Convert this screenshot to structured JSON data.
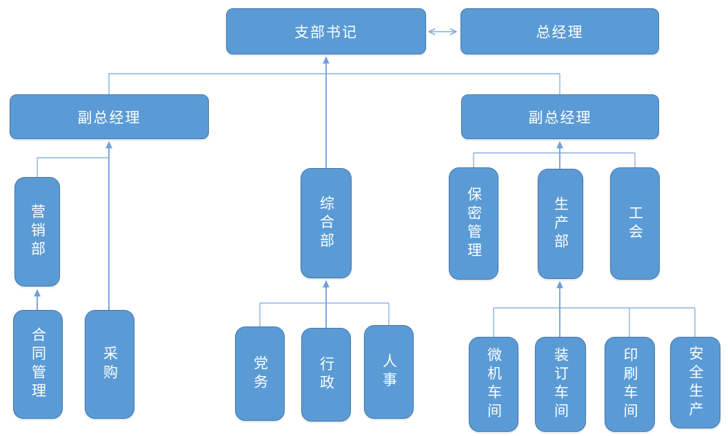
{
  "diagram": {
    "type": "org-chart",
    "background": "#FFFFFF",
    "colors": {
      "node_fill": "#5B9BD5",
      "node_border": "#4474A9",
      "connector": "#8AB0DF",
      "arrow": "#6F9FD8",
      "label_text": "#FFFFFF"
    },
    "nodes": [
      {
        "id": "branch-secretary",
        "label": "支部书记"
      },
      {
        "id": "general-manager",
        "label": "总经理"
      },
      {
        "id": "deputy-gm-left",
        "label": "副总经理"
      },
      {
        "id": "deputy-gm-right",
        "label": "副总经理"
      },
      {
        "id": "marketing-dept",
        "label": "营销部"
      },
      {
        "id": "general-affairs-dept",
        "label": "综合部"
      },
      {
        "id": "confidentiality-mgmt",
        "label": "保密管理"
      },
      {
        "id": "production-dept",
        "label": "生产部"
      },
      {
        "id": "labor-union",
        "label": "工会"
      },
      {
        "id": "contract-mgmt",
        "label": "合同管理"
      },
      {
        "id": "procurement",
        "label": "采购"
      },
      {
        "id": "party-affairs",
        "label": "党务"
      },
      {
        "id": "administration",
        "label": "行政"
      },
      {
        "id": "hr",
        "label": "人事"
      },
      {
        "id": "computer-workshop",
        "label": "微机车间"
      },
      {
        "id": "binding-workshop",
        "label": "装订车间"
      },
      {
        "id": "printing-workshop",
        "label": "印刷车间"
      },
      {
        "id": "safety-production",
        "label": "安全生产"
      }
    ],
    "edges": [
      {
        "from": "branch-secretary",
        "to": "general-manager",
        "style": "double-arrow"
      },
      {
        "from": "deputy-gm-left",
        "to": "branch-secretary",
        "style": "arrow-to-parent"
      },
      {
        "from": "deputy-gm-right",
        "to": "branch-secretary",
        "style": "arrow-to-parent"
      },
      {
        "from": "general-affairs-dept",
        "to": "branch-secretary",
        "style": "arrow-to-parent"
      },
      {
        "from": "marketing-dept",
        "to": "deputy-gm-left",
        "style": "arrow-to-parent"
      },
      {
        "from": "procurement",
        "to": "deputy-gm-left",
        "style": "arrow-to-parent"
      },
      {
        "from": "contract-mgmt",
        "to": "marketing-dept",
        "style": "arrow-to-parent"
      },
      {
        "from": "party-affairs",
        "to": "general-affairs-dept",
        "style": "arrow-to-parent"
      },
      {
        "from": "administration",
        "to": "general-affairs-dept",
        "style": "arrow-to-parent"
      },
      {
        "from": "hr",
        "to": "general-affairs-dept",
        "style": "arrow-to-parent"
      },
      {
        "from": "confidentiality-mgmt",
        "to": "deputy-gm-right",
        "style": "arrow-to-parent"
      },
      {
        "from": "production-dept",
        "to": "deputy-gm-right",
        "style": "arrow-to-parent"
      },
      {
        "from": "labor-union",
        "to": "deputy-gm-right",
        "style": "arrow-to-parent"
      },
      {
        "from": "computer-workshop",
        "to": "production-dept",
        "style": "arrow-to-parent"
      },
      {
        "from": "binding-workshop",
        "to": "production-dept",
        "style": "arrow-to-parent"
      },
      {
        "from": "printing-workshop",
        "to": "production-dept",
        "style": "arrow-to-parent"
      },
      {
        "from": "safety-production",
        "to": "production-dept",
        "style": "arrow-to-parent"
      }
    ]
  }
}
